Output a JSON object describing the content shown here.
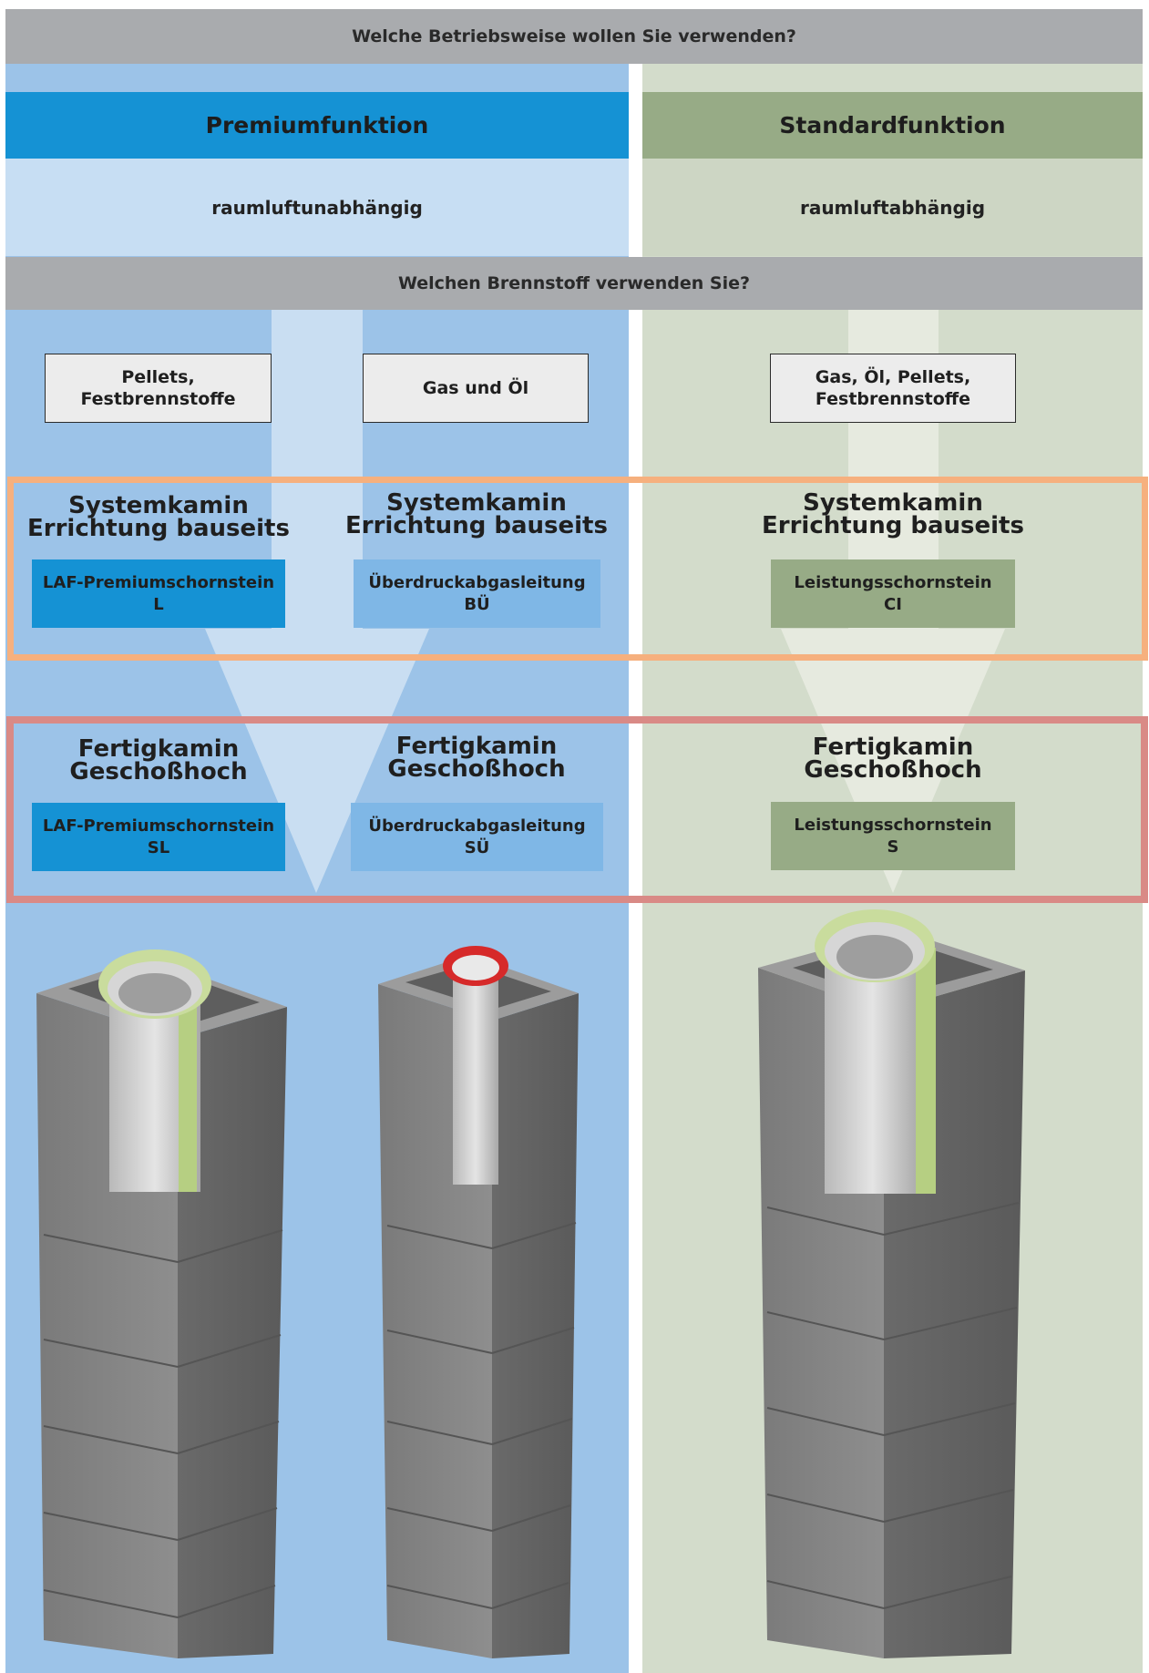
{
  "question_mode": "Welche Betriebsweise wollen Sie verwenden?",
  "question_fuel": "Welchen Brennstoff verwenden Sie?",
  "premium": {
    "title": "Premiumfunktion",
    "subtitle": "raumluftunabhängig",
    "fuels": [
      "Pellets,\nFestbrennstoffe",
      "Gas und Öl"
    ],
    "system": {
      "categories": [
        "Systemkamin\nErrichtung bauseits",
        "Systemkamin\nErrichtung bauseits"
      ],
      "products": [
        "LAF-Premiumschornstein\nL",
        "Überdruckabgasleitung\nBÜ"
      ]
    },
    "fertig": {
      "categories": [
        "Fertigkamin\nGeschoßhoch",
        "Fertigkamin\nGeschoßhoch"
      ],
      "products": [
        "LAF-Premiumschornstein\nSL",
        "Überdruckabgasleitung\nSÜ"
      ]
    }
  },
  "standard": {
    "title": "Standardfunktion",
    "subtitle": "raumluftabhängig",
    "fuels": [
      "Gas, Öl, Pellets,\nFestbrennstoffe"
    ],
    "system": {
      "categories": [
        "Systemkamin\nErrichtung bauseits"
      ],
      "products": [
        "Leistungsschornstein\nCI"
      ]
    },
    "fertig": {
      "categories": [
        "Fertigkamin\nGeschoßhoch"
      ],
      "products": [
        "Leistungsschornstein\nS"
      ]
    }
  },
  "colors": {
    "premium_bg": "#9cc3e8",
    "premium_header": "#1592d4",
    "premium_sub": "#c7def3",
    "standard_bg": "#d3dccb",
    "standard_header": "#97ab86",
    "standard_sub": "#cdd6c4",
    "system_frame": "#f6b07e",
    "fertig_frame": "#d98a86"
  }
}
